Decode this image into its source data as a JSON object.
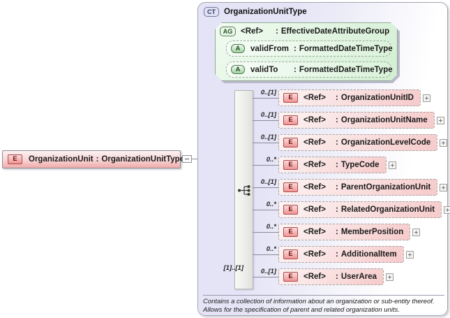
{
  "labels": {
    "colon": ":"
  },
  "root_element": {
    "icon": "E",
    "name": "OrganizationUnit",
    "type": "OrganizationUnitType"
  },
  "complex_type": {
    "icon": "CT",
    "title": "OrganizationUnitType",
    "attribute_group": {
      "icon": "AG",
      "ref": "<Ref>",
      "type": "EffectiveDateAttributeGroup",
      "attributes": [
        {
          "icon": "A",
          "name": "validFrom",
          "type": "FormattedDateTimeType"
        },
        {
          "icon": "A",
          "name": "validTo",
          "type": "FormattedDateTimeType"
        }
      ]
    },
    "sequence": {
      "cardinality": "[1]..[1]",
      "elements": [
        {
          "icon": "E",
          "cardinality": "0..[1]",
          "ref": "<Ref>",
          "name": "OrganizationUnitID"
        },
        {
          "icon": "E",
          "cardinality": "0..[1]",
          "ref": "<Ref>",
          "name": "OrganizationUnitName"
        },
        {
          "icon": "E",
          "cardinality": "0..[1]",
          "ref": "<Ref>",
          "name": "OrganizationLevelCode"
        },
        {
          "icon": "E",
          "cardinality": "0..*",
          "ref": "<Ref>",
          "name": "TypeCode"
        },
        {
          "icon": "E",
          "cardinality": "0..[1]",
          "ref": "<Ref>",
          "name": "ParentOrganizationUnit"
        },
        {
          "icon": "E",
          "cardinality": "0..*",
          "ref": "<Ref>",
          "name": "RelatedOrganizationUnit"
        },
        {
          "icon": "E",
          "cardinality": "0..*",
          "ref": "<Ref>",
          "name": "MemberPosition"
        },
        {
          "icon": "E",
          "cardinality": "0..*",
          "ref": "<Ref>",
          "name": "AdditionalItem"
        },
        {
          "icon": "E",
          "cardinality": "0..[1]",
          "ref": "<Ref>",
          "name": "UserArea"
        }
      ]
    },
    "annotation": {
      "line1": "Contains a collection of information about an organization or sub-entity thereof.",
      "line2": "Allows for the specification of parent and related organization units."
    }
  },
  "colors": {
    "element_pink": "#f6caca",
    "attribute_green": "#daf2da",
    "container_lavender": "#e4e4f6"
  }
}
